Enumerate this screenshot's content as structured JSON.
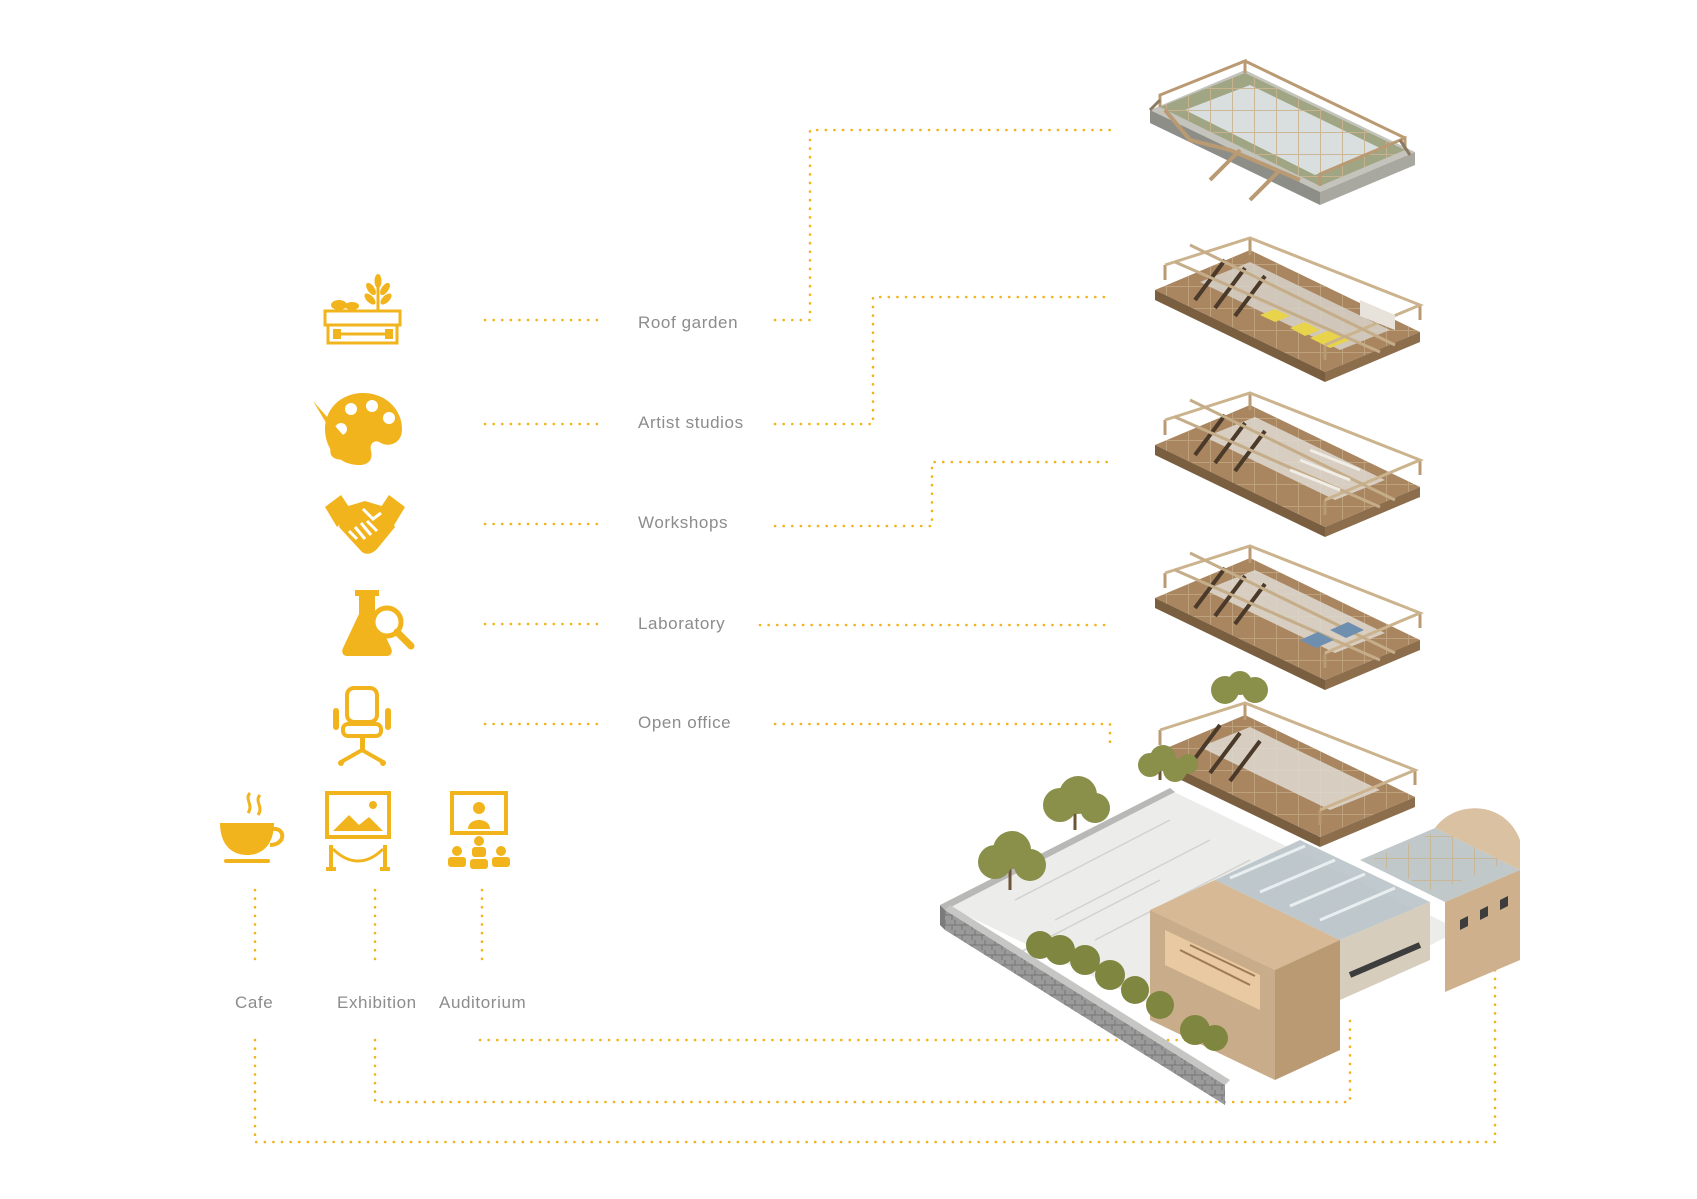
{
  "program_levels": [
    {
      "label": "Roof garden",
      "icon": "roof-garden-planter-icon"
    },
    {
      "label": "Artist studios",
      "icon": "palette-brush-icon"
    },
    {
      "label": "Workshops",
      "icon": "handshake-icon"
    },
    {
      "label": "Laboratory",
      "icon": "flask-magnifier-icon"
    },
    {
      "label": "Open office",
      "icon": "office-chair-icon"
    }
  ],
  "ground_programs": [
    {
      "label": "Cafe",
      "icon": "coffee-cup-icon"
    },
    {
      "label": "Exhibition",
      "icon": "framed-picture-icon"
    },
    {
      "label": "Auditorium",
      "icon": "presenter-audience-icon"
    }
  ],
  "colors": {
    "accent": "#f2b41c",
    "label_text": "#8c8c8c",
    "floor_wood": "#a98560",
    "timber_frame": "#b99a72",
    "brick_wall": "#c9ad8a",
    "stone_wall": "#8f8f8f",
    "tree_foliage": "#8a8f4a"
  }
}
